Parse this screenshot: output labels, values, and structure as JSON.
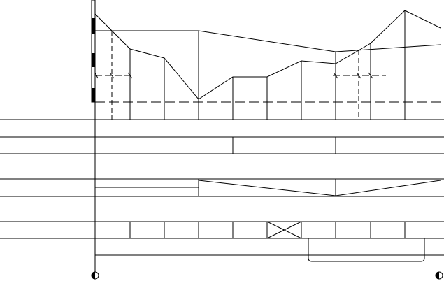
{
  "diagram": {
    "kind": "longitudinal profile drawing",
    "texts": [],
    "row_labels": [
      "",
      "",
      "",
      "",
      "",
      ""
    ],
    "colors": {
      "line": "#000000",
      "background": "#ffffff"
    },
    "symbols": [
      "half-filled-circle-marker",
      "half-filled-circle-marker",
      "x-box-cross-mark"
    ]
  }
}
